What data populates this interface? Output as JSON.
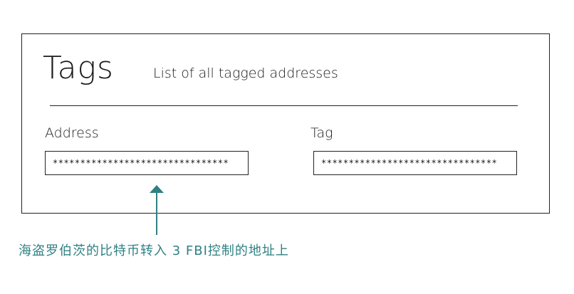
{
  "header": {
    "title": "Tags",
    "subtitle": "List of all tagged addresses"
  },
  "form": {
    "address_label": "Address",
    "address_value": "********************************",
    "tag_label": "Tag",
    "tag_value": "********************************"
  },
  "annotation": {
    "caption": "海盗罗伯茨的比特币转入 3 FBI控制的地址上",
    "color": "#2f8183"
  }
}
